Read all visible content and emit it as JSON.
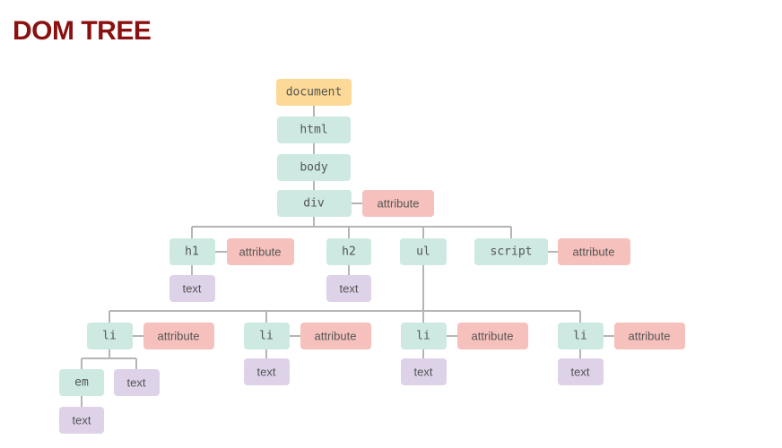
{
  "header": {
    "title": "DOM TREE"
  },
  "colors": {
    "title": "#8a1111",
    "document": "#fcd996",
    "element": "#cde9e2",
    "attribute": "#f6c1bd",
    "text": "#ddd2e8",
    "connector": "#b5b5b5"
  },
  "nodes": {
    "document": "document",
    "html": "html",
    "body": "body",
    "div": "div",
    "div_attr": "attribute",
    "h1": "h1",
    "h1_attr": "attribute",
    "h1_text": "text",
    "h2": "h2",
    "h2_text": "text",
    "ul": "ul",
    "script": "script",
    "script_attr": "attribute",
    "li1": "li",
    "li1_attr": "attribute",
    "em": "em",
    "em_text": "text",
    "li1_text": "text",
    "li2": "li",
    "li2_attr": "attribute",
    "li2_text": "text",
    "li3": "li",
    "li3_attr": "attribute",
    "li3_text": "text",
    "li4": "li",
    "li4_attr": "attribute",
    "li4_text": "text"
  }
}
